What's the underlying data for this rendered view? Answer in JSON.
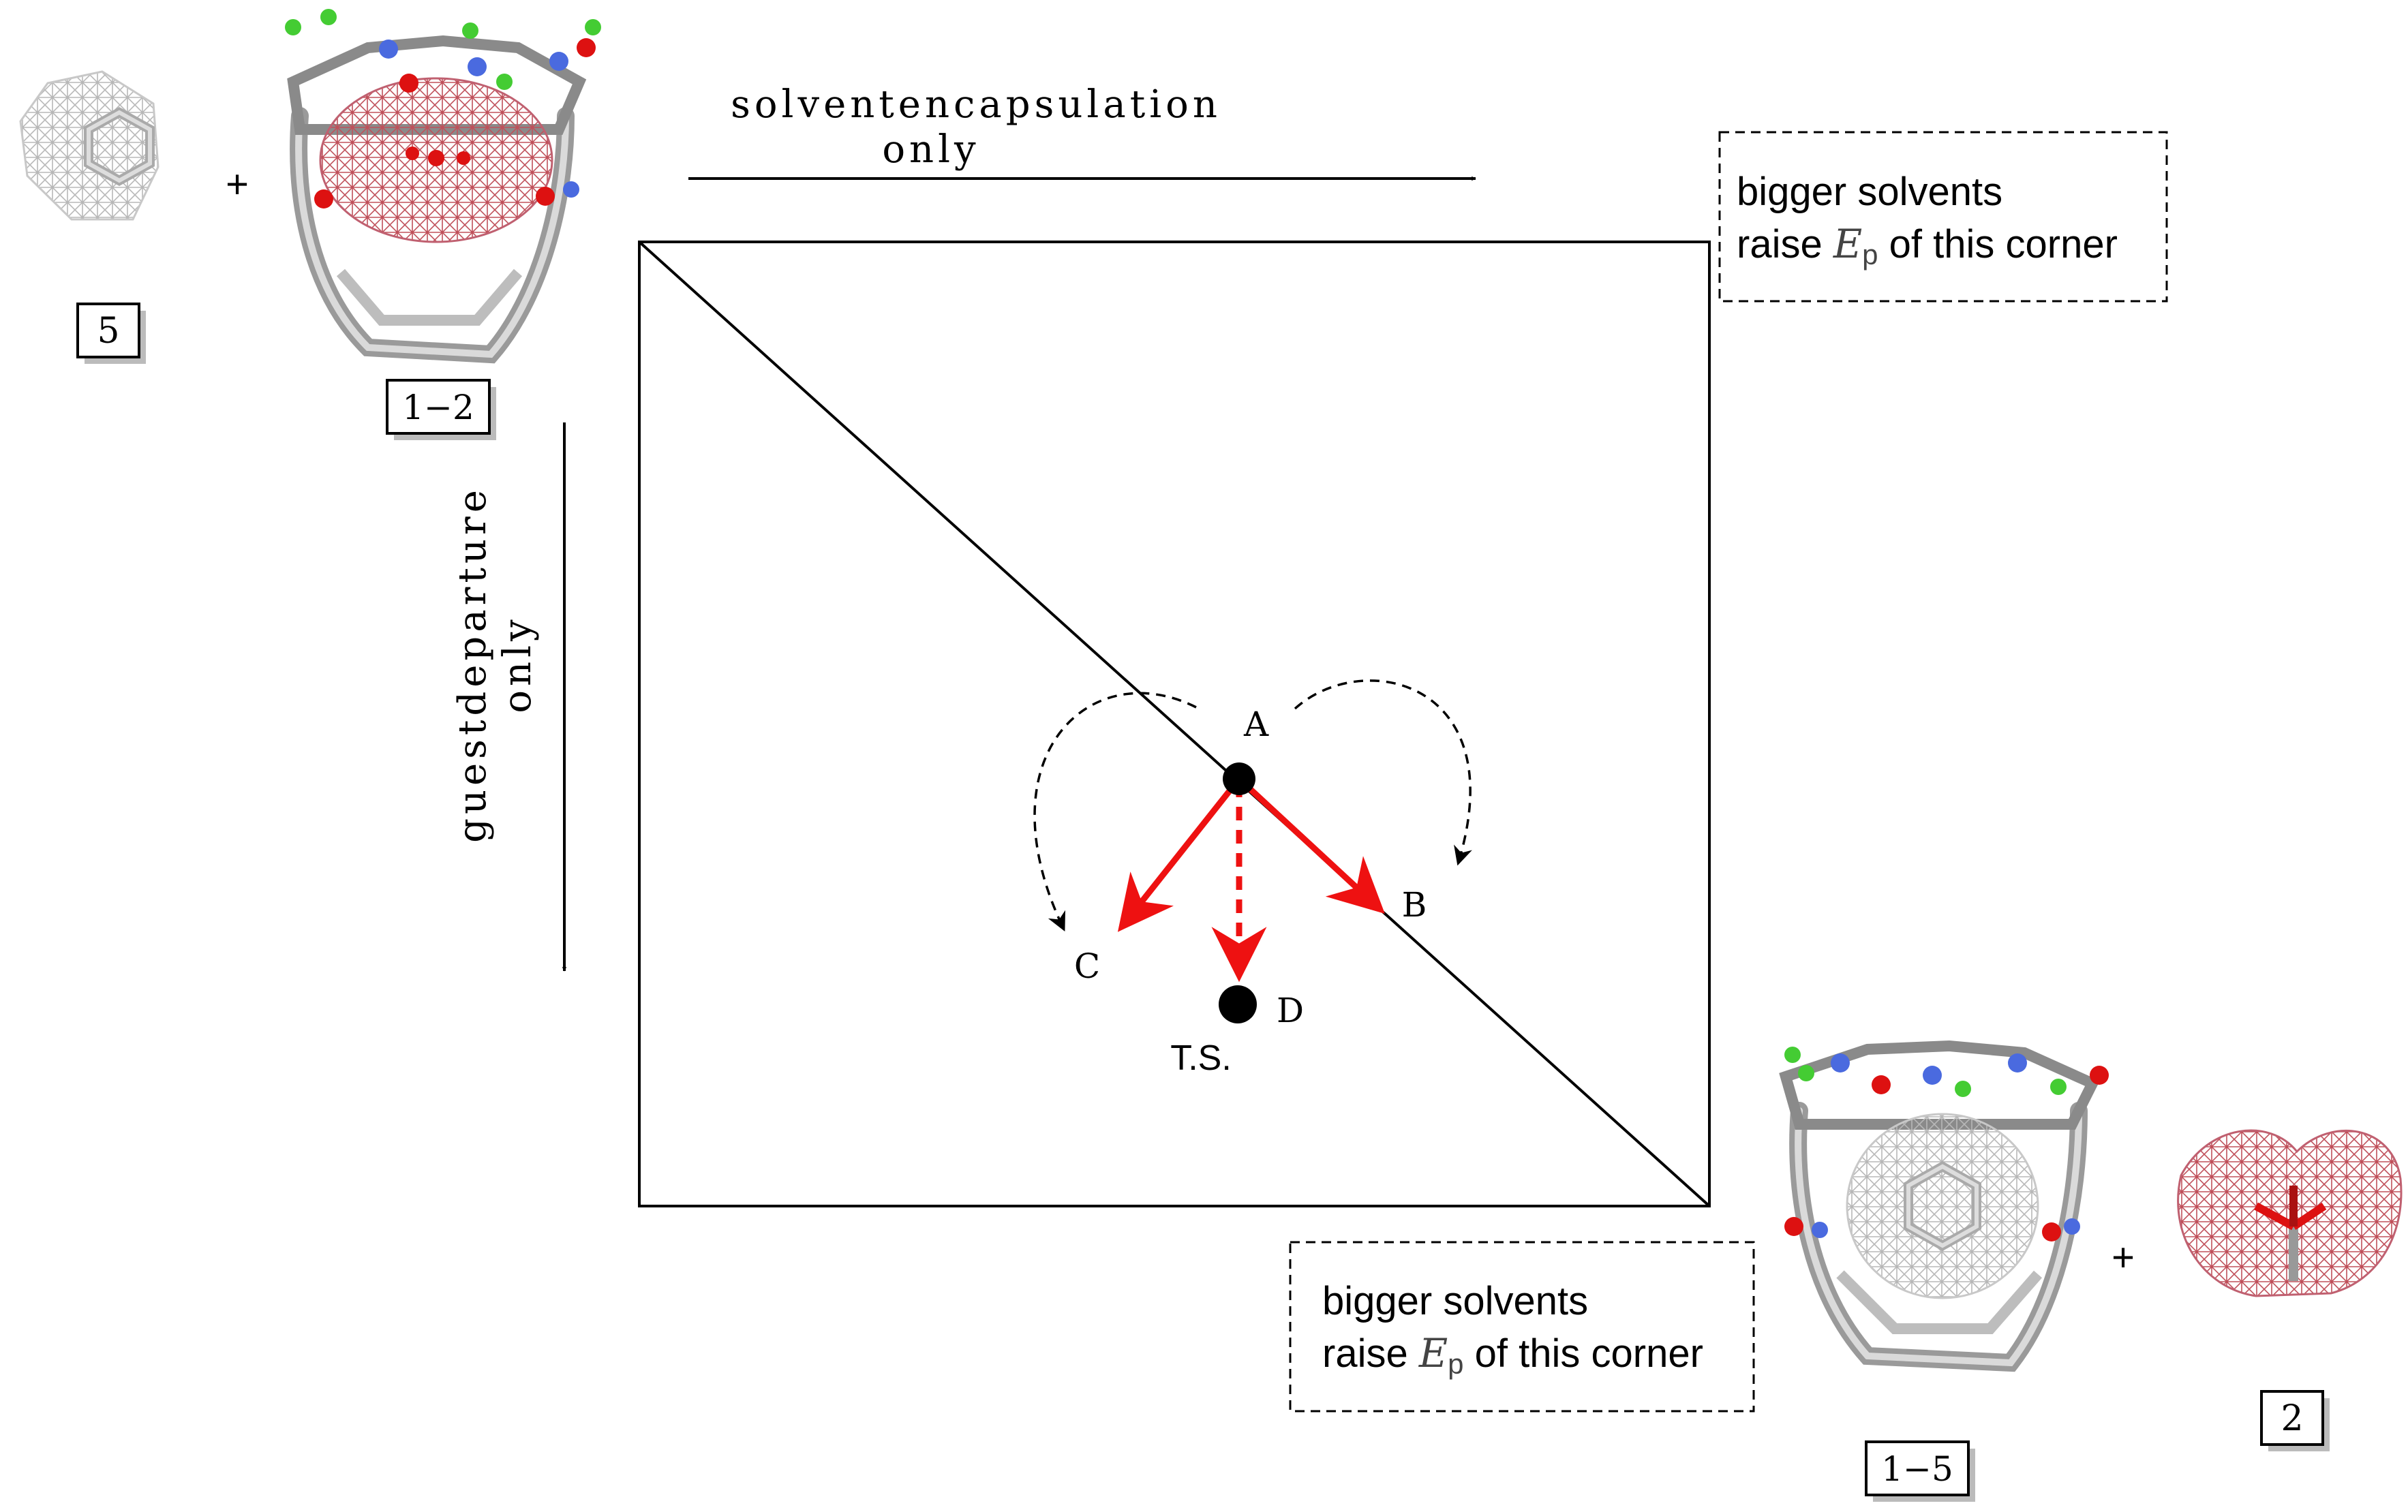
{
  "top_arrow": {
    "line1": "solventencapsulation",
    "line2": "only"
  },
  "left_arrow": {
    "line1": "guestdeparture",
    "line2": "only"
  },
  "note_top_right": {
    "line1": "bigger solvents",
    "line2_pre": "raise ",
    "ep_symbol": "E",
    "ep_sub": "p",
    "line2_post": " of this corner"
  },
  "note_bottom_left": {
    "line1": "bigger solvents",
    "line2_pre": "raise ",
    "ep_symbol": "E",
    "ep_sub": "p",
    "line2_post": " of this corner"
  },
  "points": {
    "A": "A",
    "B": "B",
    "C": "C",
    "D": "D",
    "ts": "T.S."
  },
  "labels": {
    "guest5": "5",
    "complex12": "1−2",
    "complex15": "1−5",
    "solvent2": "2"
  },
  "plus": "+",
  "colors": {
    "path_red": "#ee1111",
    "mesh_grey": "#b8b8b8",
    "mesh_red": "#c0505a",
    "n_blue": "#4a6adf",
    "o_red": "#dd1111",
    "f_green": "#44cc33"
  }
}
